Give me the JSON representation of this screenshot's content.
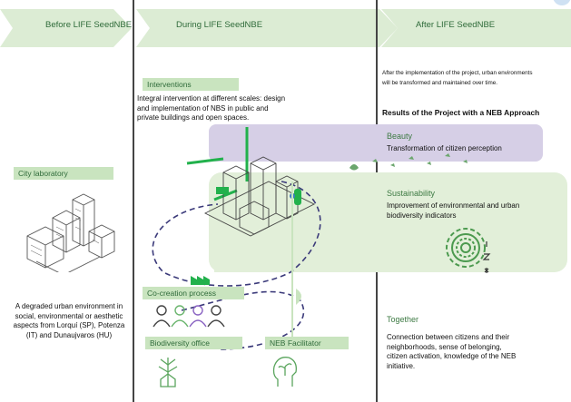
{
  "phases": {
    "before": "Before LIFE SeedNBE",
    "during": "During LIFE SeedNBE",
    "after": "After LIFE SeedNBE"
  },
  "interventions": {
    "title": "Interventions",
    "body": "Integral intervention at different scales: design and implementation of NBS in public and private buildings and open spaces."
  },
  "after_intro": "After the implementation of the project, urban environments will be transformed and maintained over time.",
  "results_title": "Results of the Project with a NEB Approach",
  "beauty": {
    "title": "Beauty",
    "body": "Transformation of citizen perception"
  },
  "sustainability": {
    "title": "Sustainability",
    "body": "Improvement of environmental and urban biodiversity indicators"
  },
  "together": {
    "title": "Together",
    "body": "Connection between citizens and their neighborhoods, sense of belonging, citizen activation, knowledge of the NEB initiative."
  },
  "city_lab": {
    "title": "City laboratory",
    "body": "A degraded urban environment in social, environmental or aesthetic aspects from Lorquí (SP), Potenza (IT) and Dunaujvaros (HU)"
  },
  "co_creation": "Co-creation process",
  "biodiversity_office": "Biodiversity office",
  "neb_facilitator": "NEB Facilitator",
  "colors": {
    "arrow_green": "#dcecd4",
    "label_green": "#c9e4bf",
    "text_green": "#2f6b3a",
    "beauty_purple": "#d6cfe6",
    "dashed_navy": "#3b3a7a",
    "bright_green": "#22b14c"
  }
}
